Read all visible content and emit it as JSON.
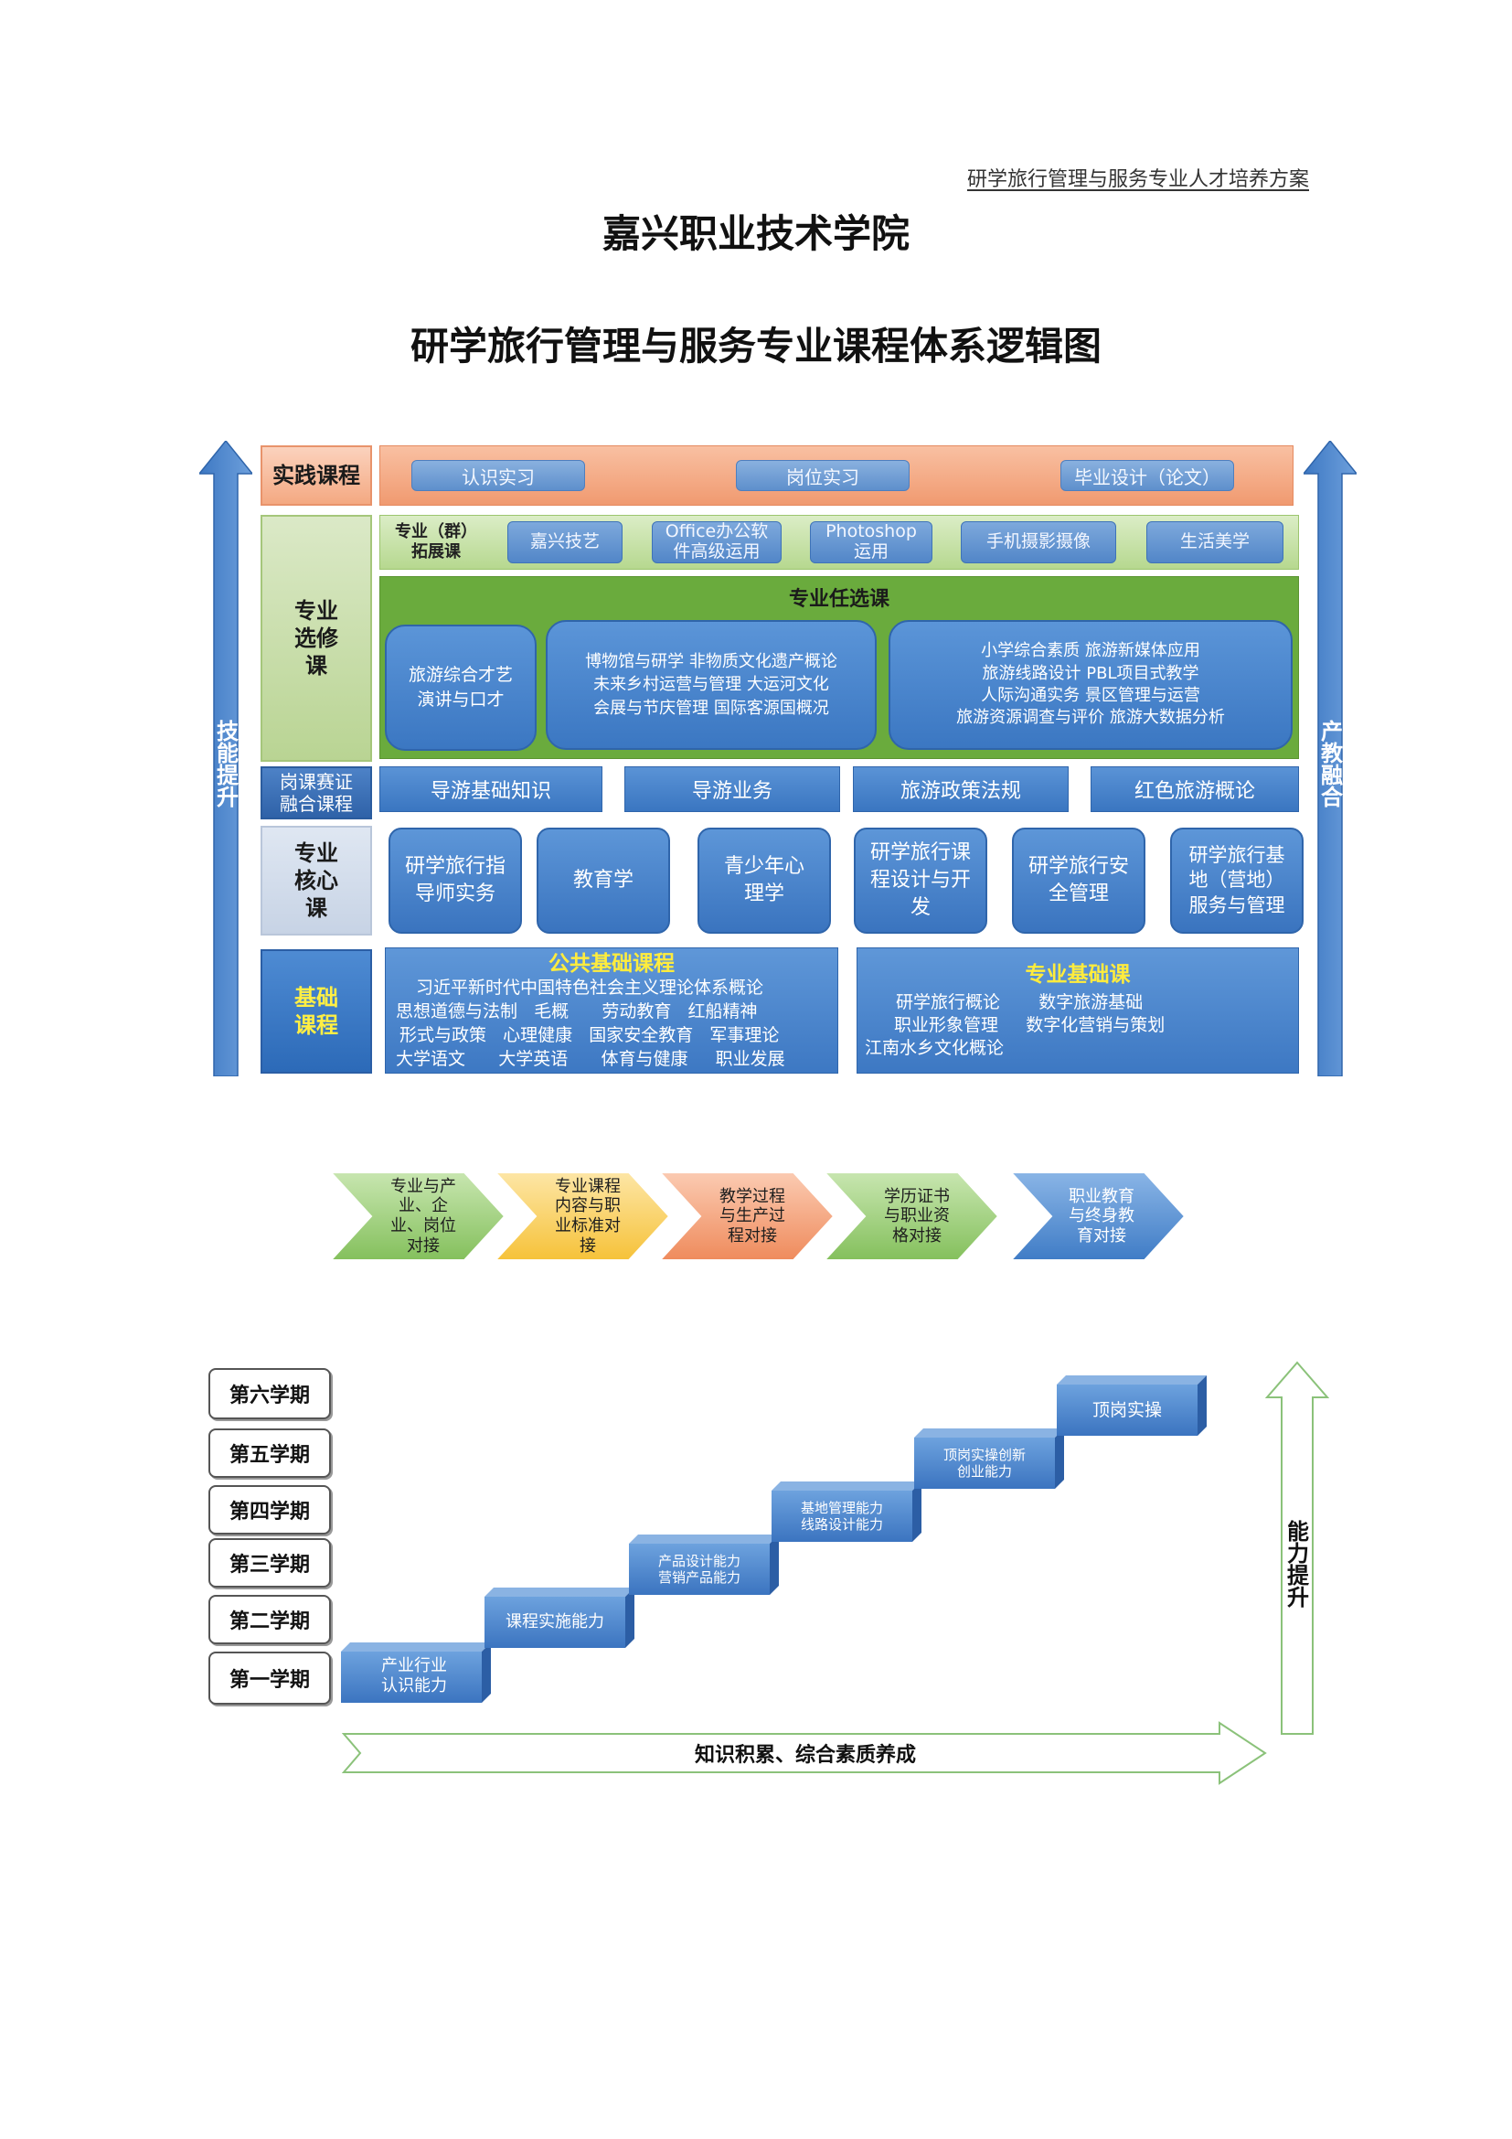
{
  "header": {
    "doc_label": "研学旅行管理与服务专业人才培养方案",
    "school": "嘉兴职业技术学院",
    "title": "研学旅行管理与服务专业课程体系逻辑图"
  },
  "left_arrow_label": "技能提升",
  "right_arrow_label": "产教融合",
  "practice": {
    "label": "实践课程",
    "items": [
      "认识实习",
      "岗位实习",
      "毕业设计（论文）"
    ]
  },
  "elective": {
    "label": "专业选修课",
    "extension_label": "专业（群）拓展课",
    "extension_items": [
      "嘉兴技艺",
      "Office办公软件高级运用",
      "Photoshop运用",
      "手机摄影摄像",
      "生活美学"
    ],
    "optional_title": "专业任选课",
    "optional_groups": [
      {
        "lines": [
          "旅游综合才艺",
          "演讲与口才"
        ]
      },
      {
        "lines": [
          "博物馆与研学  非物质文化遗产概论",
          "未来乡村运营与管理   大运河文化",
          "会展与节庆管理  国际客源国概况"
        ]
      },
      {
        "lines": [
          "小学综合素质   旅游新媒体应用",
          "旅游线路设计   PBL项目式教学",
          "人际沟通实务  景区管理与运营",
          "旅游资源调查与评价  旅游大数据分析"
        ]
      }
    ]
  },
  "integration": {
    "label": "岗课赛证融合课程",
    "items": [
      "导游基础知识",
      "导游业务",
      "旅游政策法规",
      "红色旅游概论"
    ]
  },
  "core": {
    "label": "专业核心课",
    "items": [
      "研学旅行指导师实务",
      "教育学",
      "青少年心理学",
      "研学旅行课程设计与开发",
      "研学旅行安全管理",
      "研学旅行基地（营地）服务与管理"
    ]
  },
  "foundation": {
    "label": "基础课程",
    "public_title": "公共基础课程",
    "public_lines": [
      "习近平新时代中国特色社会主义理论体系概论",
      "思想道德与法制   毛概      劳动教育   红船精神",
      "形式与政策   心理健康   国家安全教育   军事理论",
      "大学语文      大学英语      体育与健康     职业发展"
    ],
    "major_title": "专业基础课",
    "major_lines": [
      "研学旅行概论       数字旅游基础",
      "职业形象管理     数字化营销与策划",
      "江南水乡文化概论"
    ]
  },
  "chevrons": [
    {
      "text": "专业与产业、企业、岗位对接",
      "color": "#9fcf7d"
    },
    {
      "text": "专业课程内容与职业标准对接",
      "color": "#fbd36a"
    },
    {
      "text": "教学过程与生产过程对接",
      "color": "#f49d72"
    },
    {
      "text": "学历证书与职业资格对接",
      "color": "#9fcf7d"
    },
    {
      "text": "职业教育与终身教育对接",
      "color": "#5b95d8"
    }
  ],
  "terms": [
    "第六学期",
    "第五学期",
    "第四学期",
    "第三学期",
    "第二学期",
    "第一学期"
  ],
  "steps": [
    {
      "text": "产业行业认识能力"
    },
    {
      "text": "课程实施能力"
    },
    {
      "text": "产品设计能力营销产品能力"
    },
    {
      "text": "基地管理能力线路设计能力"
    },
    {
      "text": "顶岗实操创新创业能力"
    },
    {
      "text": "顶岗实操"
    }
  ],
  "bottom_arrow_label": "知识积累、综合素质养成",
  "up_arrow_label": "能力提升"
}
